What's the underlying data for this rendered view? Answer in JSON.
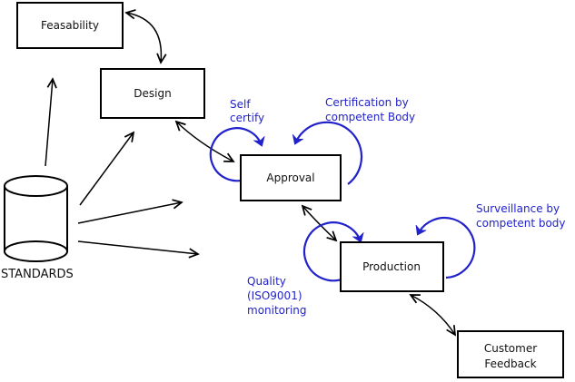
{
  "diagram": {
    "nodes": {
      "feasability": {
        "label": "Feasability"
      },
      "design": {
        "label": "Design"
      },
      "approval": {
        "label": "Approval"
      },
      "production": {
        "label": "Production"
      },
      "customer_feedback": {
        "line1": "Customer",
        "line2": "Feedback"
      },
      "standards": {
        "label": "STANDARDS"
      }
    },
    "annotations": {
      "self_certify": {
        "line1": "Self",
        "line2": "certify"
      },
      "certification": {
        "line1": "Certification by",
        "line2": "competent Body"
      },
      "surveillance": {
        "line1": "Surveillance by",
        "line2": "competent body"
      },
      "quality": {
        "line1": "Quality",
        "line2": "(ISO9001)",
        "line3": "monitoring"
      }
    },
    "colors": {
      "annotation_blue": "#2222cc",
      "line_black": "#000000",
      "background": "#ffffff"
    }
  }
}
